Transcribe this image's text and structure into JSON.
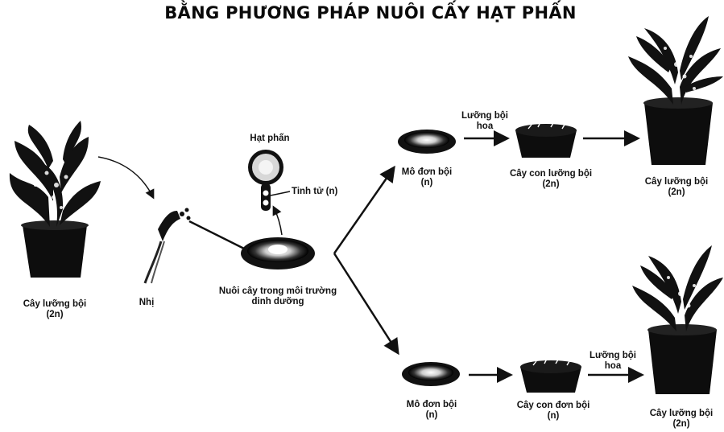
{
  "title": "BẰNG PHƯƠNG PHÁP NUÔI CẤY HẠT PHẤN",
  "labels": {
    "parent_plant": [
      "Cây lưỡng bội",
      "(2n)"
    ],
    "stamen": "Nhị",
    "culture": [
      "Nuôi cây trong môi trường",
      "dinh dưỡng"
    ],
    "pollen": "Hạt phấn",
    "sperm": "Tinh tử (n)",
    "top_tissue": [
      "Mô đơn bội",
      "(n)"
    ],
    "top_diploidize": [
      "Lưỡng bội",
      "hoa"
    ],
    "top_seedling": [
      "Cây con lưỡng bội",
      "(2n)"
    ],
    "top_result": [
      "Cây lưỡng bội",
      "(2n)"
    ],
    "bottom_tissue": [
      "Mô đơn bội",
      "(n)"
    ],
    "bottom_seedling": [
      "Cây con đơn bội",
      "(n)"
    ],
    "bottom_diploidize": [
      "Lưỡng bội",
      "hoa"
    ],
    "bottom_result": [
      "Cây lưỡng bội",
      "(2n)"
    ]
  }
}
